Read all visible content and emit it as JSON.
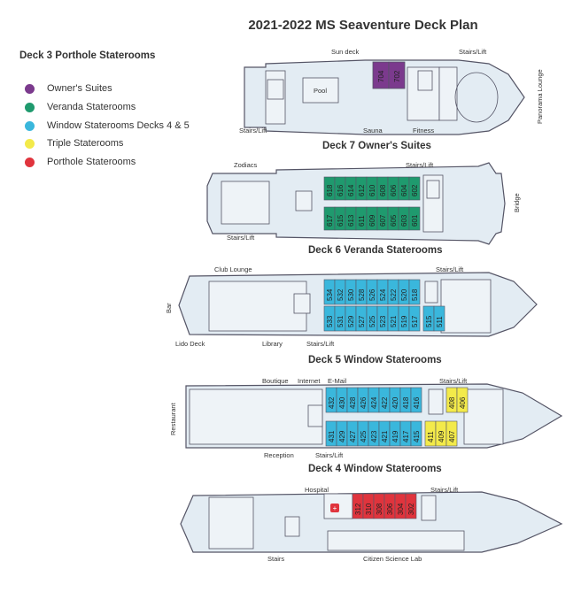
{
  "title": "2021-2022 MS Seaventure Deck Plan",
  "legend": {
    "title": "Deck 3 Porthole Staterooms",
    "items": [
      {
        "label": "Owner's Suites",
        "color": "#7b3a8d"
      },
      {
        "label": "Veranda Staterooms",
        "color": "#1f9a6e"
      },
      {
        "label": "Window Staterooms Decks 4 & 5",
        "color": "#3ab7dc"
      },
      {
        "label": "Triple Staterooms",
        "color": "#f3ea4a"
      },
      {
        "label": "Porthole Staterooms",
        "color": "#e0343d"
      }
    ]
  },
  "decks": {
    "deck7": {
      "caption": "Deck 7 Owner's Suites",
      "labels": {
        "sun_deck": "Sun deck",
        "stairs_lift_top": "Stairs/Lift",
        "stairs_lift_left": "Stairs/Lift",
        "pool": "Pool",
        "sauna": "Sauna",
        "fitness": "Fitness",
        "panorama": "Panorama Lounge"
      },
      "cabins": [
        "704",
        "702"
      ]
    },
    "deck6": {
      "caption": "Deck 6 Veranda Staterooms",
      "labels": {
        "zodiacs": "Zodiacs",
        "stairs_lift_top": "Stairs/Lift",
        "stairs_lift_bottom": "Stairs/Lift",
        "bridge": "Bridge"
      },
      "cabins_top": [
        "618",
        "616",
        "614",
        "612",
        "610",
        "608",
        "606",
        "604",
        "602"
      ],
      "cabins_bottom": [
        "617",
        "615",
        "613",
        "611",
        "609",
        "607",
        "605",
        "603",
        "601"
      ]
    },
    "deck5": {
      "caption": "Deck 5 Window Staterooms",
      "labels": {
        "club_lounge": "Club Lounge",
        "stairs_lift_top": "Stairs/Lift",
        "bar": "Bar",
        "lido": "Lido Deck",
        "library": "Library",
        "stairs_lift_bottom": "Stairs/Lift"
      },
      "cabins_top": [
        "534",
        "532",
        "530",
        "528",
        "526",
        "524",
        "522",
        "520",
        "518"
      ],
      "cabins_bottom": [
        "533",
        "531",
        "529",
        "527",
        "525",
        "523",
        "521",
        "519",
        "517",
        "515",
        "511"
      ]
    },
    "deck4": {
      "caption": "Deck 4 Window Staterooms",
      "labels": {
        "boutique": "Boutique",
        "internet": "Internet",
        "email": "E-Mail",
        "stairs_lift_top": "Stairs/Lift",
        "restaurant": "Restaurant",
        "reception": "Reception",
        "stairs_lift_bottom": "Stairs/Lift"
      },
      "cabins_top": [
        "432",
        "430",
        "428",
        "426",
        "424",
        "422",
        "420",
        "418",
        "416"
      ],
      "cabins_top_triple": [
        "408",
        "406"
      ],
      "cabins_bottom": [
        "431",
        "429",
        "427",
        "425",
        "423",
        "421",
        "419",
        "417",
        "415"
      ],
      "cabins_bottom_triple": [
        "411",
        "409",
        "407"
      ]
    },
    "deck3": {
      "labels": {
        "hospital": "Hospital",
        "stairs_lift": "Stairs/Lift",
        "stairs": "Stairs",
        "citizen_lab": "Citizen Science Lab"
      },
      "cabins": [
        "312",
        "310",
        "308",
        "306",
        "304",
        "302"
      ]
    }
  }
}
